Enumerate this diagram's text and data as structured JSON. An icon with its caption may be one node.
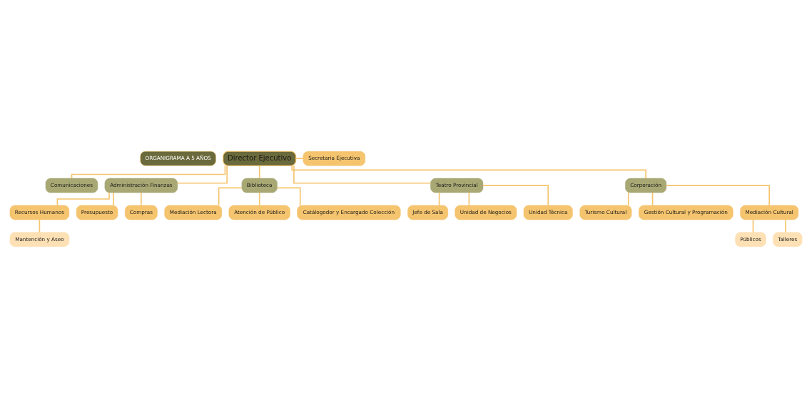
{
  "diagram": {
    "nodes": [
      {
        "text": [
          "ORGANIGRAMA A 5 AÑOS"
        ]
      },
      {
        "text": [
          "Director Ejecutivo"
        ]
      },
      {
        "text": [
          "Secretaria Ejecutiva"
        ]
      },
      {
        "text": [
          "Comunicaciones"
        ]
      },
      {
        "text": [
          "Administración Finanzas"
        ]
      },
      {
        "text": [
          "Recursos Humanos"
        ]
      },
      {
        "text": [
          "Mantención y Aseo"
        ]
      },
      {
        "text": [
          "Presupuesto"
        ]
      },
      {
        "text": [
          "Compras"
        ]
      },
      {
        "text": [
          "Biblioteca"
        ]
      },
      {
        "text": [
          "Teatro Provincial"
        ]
      },
      {
        "text": [
          "Corporación"
        ]
      },
      {
        "text": [
          "Mediación Lectora"
        ]
      },
      {
        "text": [
          "Atención de Público"
        ]
      },
      {
        "text": [
          "Catálogodor y Encargado Colección"
        ]
      },
      {
        "text": [
          "Jefe de Sala"
        ]
      },
      {
        "text": [
          "Unidad de Negocios"
        ]
      },
      {
        "text": [
          "Unidad Técnica"
        ]
      },
      {
        "text": [
          "Turismo Cultural"
        ]
      },
      {
        "text": [
          "Gestión Cultural y Programación"
        ]
      },
      {
        "text": [
          "Mediación Cultural"
        ]
      },
      {
        "text": [
          "Públicos"
        ]
      },
      {
        "text": [
          "Talleres"
        ]
      }
    ],
    "edges": [
      {
        "from": 1,
        "to": 2,
        "arrow": "none"
      },
      {
        "from": 1,
        "to": 3,
        "arrow": "none"
      },
      {
        "from": 1,
        "to": 4,
        "arrow": "none"
      },
      {
        "from": 4,
        "to": 5,
        "arrow": "none"
      },
      {
        "from": 4,
        "to": 7,
        "arrow": "none"
      },
      {
        "from": 4,
        "to": 8,
        "arrow": "none"
      },
      {
        "from": 5,
        "to": 6,
        "arrow": "none"
      },
      {
        "from": 1,
        "to": 9,
        "arrow": "none"
      },
      {
        "from": 1,
        "to": 10,
        "arrow": "none"
      },
      {
        "from": 1,
        "to": 11,
        "arrow": "none"
      },
      {
        "from": 9,
        "to": 12,
        "arrow": "none"
      },
      {
        "from": 9,
        "to": 13,
        "arrow": "none"
      },
      {
        "from": 9,
        "to": 14,
        "arrow": "none"
      },
      {
        "from": 10,
        "to": 15,
        "arrow": "none"
      },
      {
        "from": 10,
        "to": 16,
        "arrow": "none"
      },
      {
        "from": 10,
        "to": 17,
        "arrow": "none"
      },
      {
        "from": 11,
        "to": 18,
        "arrow": "none"
      },
      {
        "from": 11,
        "to": 19,
        "arrow": "none"
      },
      {
        "from": 11,
        "to": 20,
        "arrow": "none"
      },
      {
        "from": 20,
        "to": 21,
        "arrow": "none"
      },
      {
        "from": 20,
        "to": 22,
        "arrow": "none"
      }
    ]
  }
}
